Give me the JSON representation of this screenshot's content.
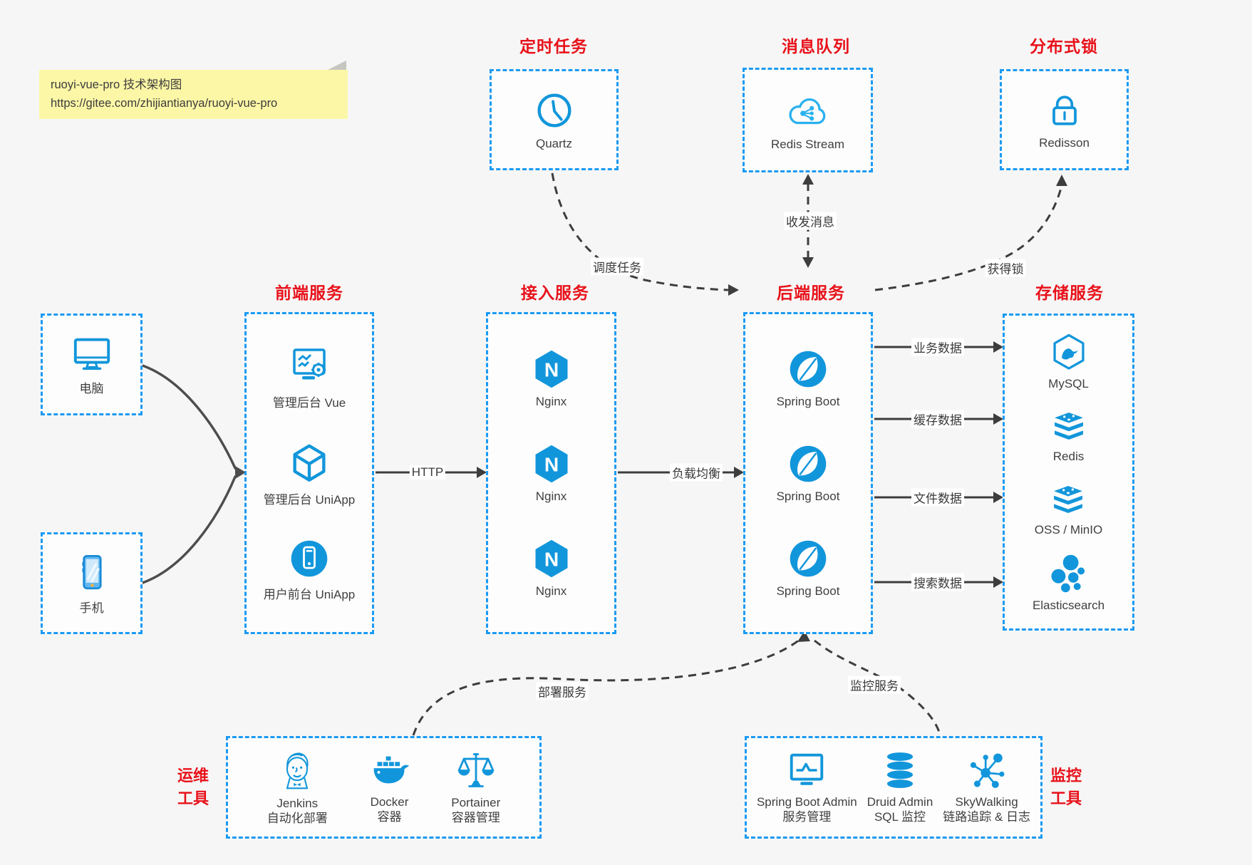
{
  "note": {
    "line1": "ruoyi-vue-pro 技术架构图",
    "line2": "https://gitee.com/zhijiantianya/ruoyi-vue-pro"
  },
  "colors": {
    "accent_blue": "#1296db",
    "box_border_blue": "#1b9af2",
    "title_red": "#e8111a",
    "canvas_bg": "#f6f6f6",
    "wire_dark": "#3d3d3d",
    "note_yellow": "#fcf7a6"
  },
  "top": {
    "scheduled": {
      "title": "定时任务",
      "item": {
        "label": "Quartz",
        "icon": "clock-icon"
      }
    },
    "mq": {
      "title": "消息队列",
      "item": {
        "label": "Redis Stream",
        "icon": "cloud-share-icon"
      }
    },
    "lock": {
      "title": "分布式锁",
      "item": {
        "label": "Redisson",
        "icon": "lock-icon"
      }
    }
  },
  "clients": {
    "computer": {
      "label": "电脑",
      "icon": "desktop-icon"
    },
    "phone": {
      "label": "手机",
      "icon": "smartphone-icon"
    }
  },
  "columns": {
    "frontend": {
      "title": "前端服务",
      "items": [
        {
          "label": "管理后台 Vue",
          "icon": "monitor-gear-icon"
        },
        {
          "label": "管理后台 UniApp",
          "icon": "cube-icon"
        },
        {
          "label": "用户前台 UniApp",
          "icon": "user-app-icon"
        }
      ]
    },
    "gateway": {
      "title": "接入服务",
      "items": [
        {
          "label": "Nginx",
          "icon": "nginx-icon"
        },
        {
          "label": "Nginx",
          "icon": "nginx-icon"
        },
        {
          "label": "Nginx",
          "icon": "nginx-icon"
        }
      ]
    },
    "backend": {
      "title": "后端服务",
      "items": [
        {
          "label": "Spring Boot",
          "icon": "spring-icon"
        },
        {
          "label": "Spring Boot",
          "icon": "spring-icon"
        },
        {
          "label": "Spring Boot",
          "icon": "spring-icon"
        }
      ]
    },
    "storage": {
      "title": "存储服务",
      "items": [
        {
          "label": "MySQL",
          "icon": "mysql-icon"
        },
        {
          "label": "Redis",
          "icon": "redis-stack-icon"
        },
        {
          "label": "OSS / MinIO",
          "icon": "oss-stack-icon"
        },
        {
          "label": "Elasticsearch",
          "icon": "elasticsearch-icon"
        }
      ]
    }
  },
  "bottom": {
    "ops": {
      "title_line1": "运维",
      "title_line2": "工具",
      "items": [
        {
          "label": "Jenkins",
          "sublabel": "自动化部署",
          "icon": "jenkins-icon"
        },
        {
          "label": "Docker",
          "sublabel": "容器",
          "icon": "docker-whale-icon"
        },
        {
          "label": "Portainer",
          "sublabel": "容器管理",
          "icon": "scales-icon"
        }
      ]
    },
    "monitor": {
      "title_line1": "监控",
      "title_line2": "工具",
      "items": [
        {
          "label": "Spring Boot Admin",
          "sublabel": "服务管理",
          "icon": "monitor-chart-icon"
        },
        {
          "label": "Druid Admin",
          "sublabel": "SQL 监控",
          "icon": "database-icon"
        },
        {
          "label": "SkyWalking",
          "sublabel": "链路追踪 & 日志",
          "icon": "skywalking-icon"
        }
      ]
    }
  },
  "edges": {
    "http": "HTTP",
    "load_balance": "负载均衡",
    "schedule": "调度任务",
    "messages": "收发消息",
    "acquire_lock": "获得锁",
    "business_data": "业务数据",
    "cache_data": "缓存数据",
    "file_data": "文件数据",
    "search_data": "搜索数据",
    "deploy": "部署服务",
    "monitor": "监控服务"
  }
}
